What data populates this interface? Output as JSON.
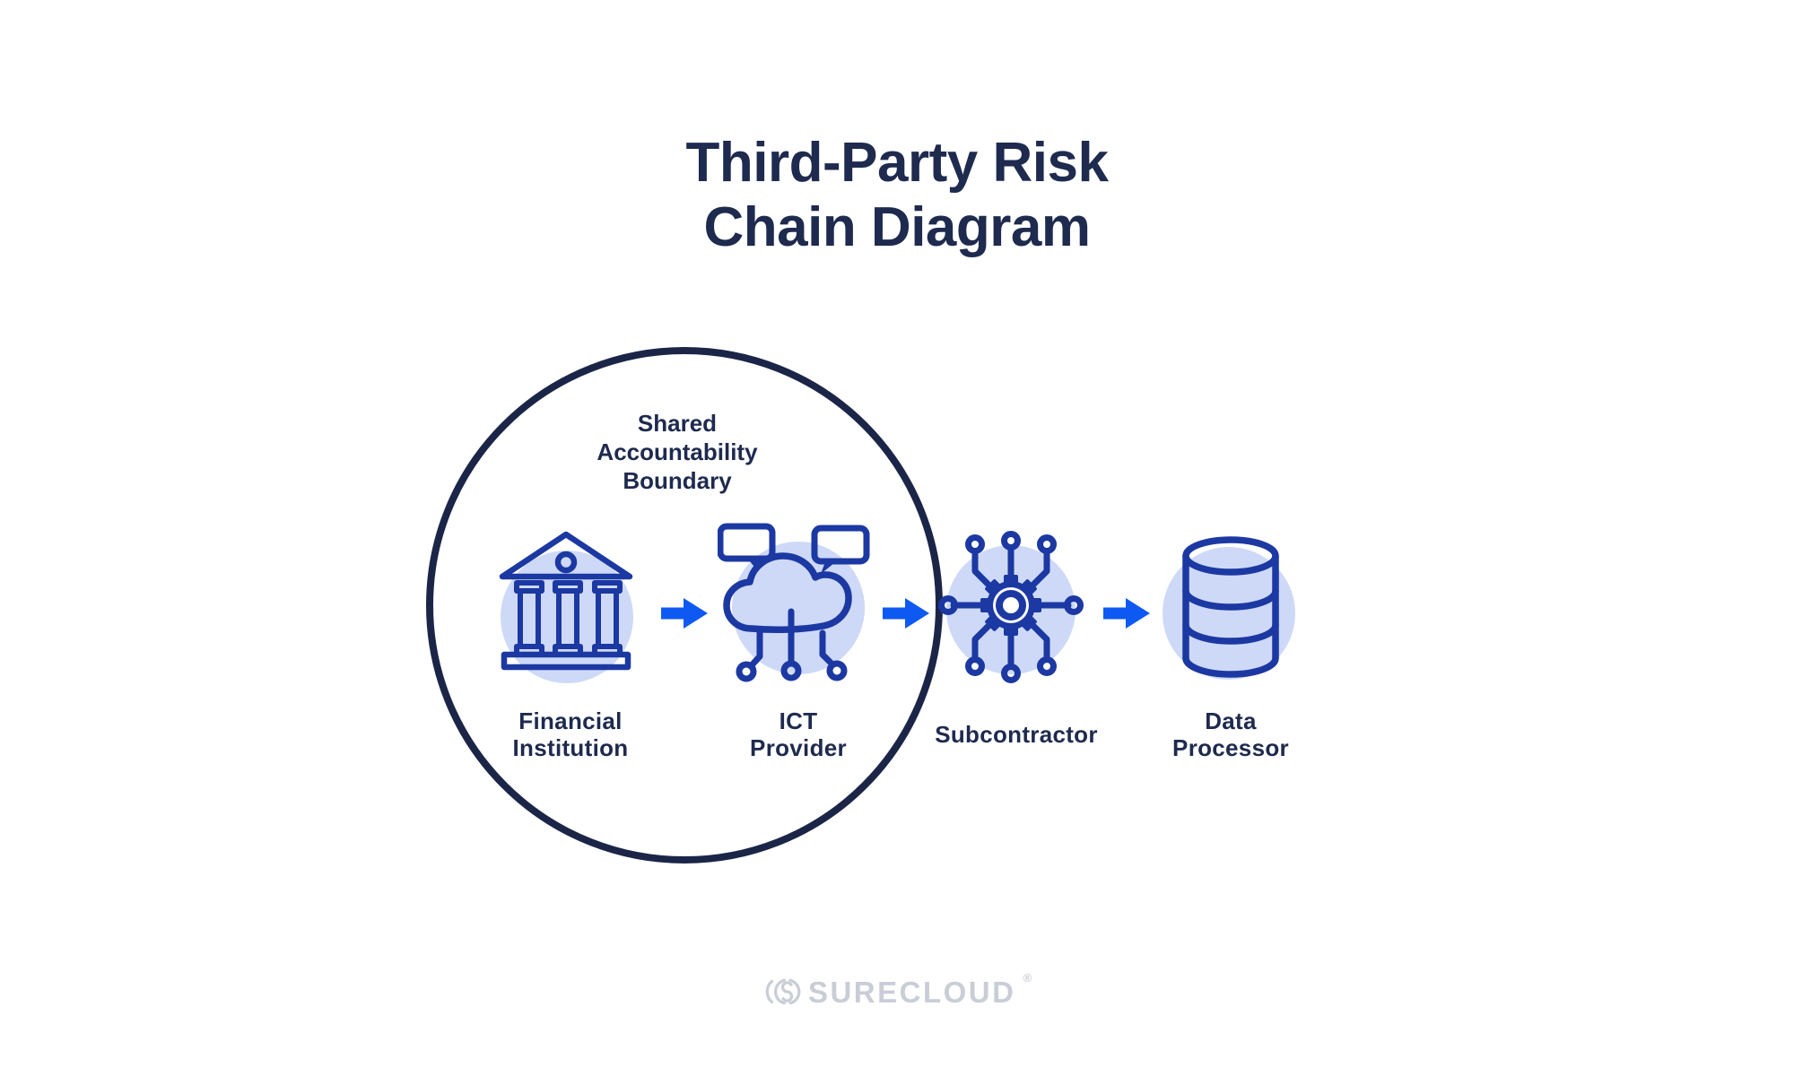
{
  "title": {
    "line1": "Third-Party Risk",
    "line2": "Chain Diagram"
  },
  "boundary": {
    "label_line1": "Shared",
    "label_line2": "Accountability",
    "label_line3": "Boundary"
  },
  "nodes": {
    "financial": {
      "label_line1": "Financial",
      "label_line2": "Institution",
      "icon": "bank-icon"
    },
    "ict": {
      "label_line1": "ICT",
      "label_line2": "Provider",
      "icon": "cloud-circuit-icon"
    },
    "subcontractor": {
      "label_line1": "Subcontractor",
      "icon": "gear-network-icon"
    },
    "data_processor": {
      "label_line1": "Data",
      "label_line2": "Processor",
      "icon": "database-icon"
    }
  },
  "arrows": {
    "icon": "arrow-right-icon",
    "count": 3
  },
  "logo": {
    "brand": "SURECLOUD",
    "registered": "®",
    "icon": "surecloud-mark-icon"
  },
  "colors": {
    "background": "#ffffff",
    "heading_text": "#1e2a4e",
    "boundary_stroke": "#1b2547",
    "icon_stroke": "#1c38a2",
    "icon_background": "#cdd9f7",
    "arrow_blue": "#0e59f2",
    "logo_gray": "#c9cdd6"
  }
}
